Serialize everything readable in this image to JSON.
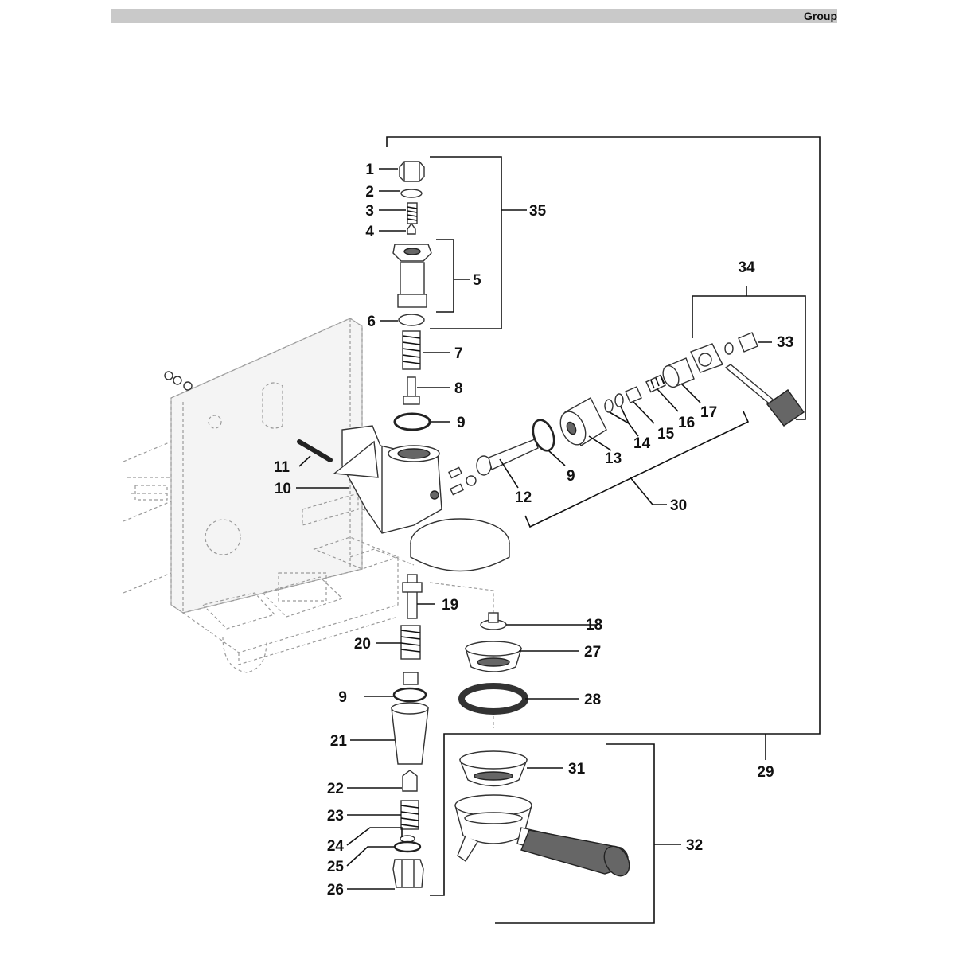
{
  "header": {
    "title": "Group"
  },
  "callouts": [
    {
      "id": "c1",
      "text": "1"
    },
    {
      "id": "c2",
      "text": "2"
    },
    {
      "id": "c3",
      "text": "3"
    },
    {
      "id": "c4",
      "text": "4"
    },
    {
      "id": "c5",
      "text": "5"
    },
    {
      "id": "c6",
      "text": "6"
    },
    {
      "id": "c7",
      "text": "7"
    },
    {
      "id": "c8",
      "text": "8"
    },
    {
      "id": "c9a",
      "text": "9"
    },
    {
      "id": "c9b",
      "text": "9"
    },
    {
      "id": "c9c",
      "text": "9"
    },
    {
      "id": "c10",
      "text": "10"
    },
    {
      "id": "c11",
      "text": "11"
    },
    {
      "id": "c12",
      "text": "12"
    },
    {
      "id": "c13",
      "text": "13"
    },
    {
      "id": "c14",
      "text": "14"
    },
    {
      "id": "c15",
      "text": "15"
    },
    {
      "id": "c16",
      "text": "16"
    },
    {
      "id": "c17",
      "text": "17"
    },
    {
      "id": "c18",
      "text": "18"
    },
    {
      "id": "c19",
      "text": "19"
    },
    {
      "id": "c20",
      "text": "20"
    },
    {
      "id": "c21",
      "text": "21"
    },
    {
      "id": "c22",
      "text": "22"
    },
    {
      "id": "c23",
      "text": "23"
    },
    {
      "id": "c24",
      "text": "24"
    },
    {
      "id": "c25",
      "text": "25"
    },
    {
      "id": "c26",
      "text": "26"
    },
    {
      "id": "c27",
      "text": "27"
    },
    {
      "id": "c28",
      "text": "28"
    },
    {
      "id": "c29",
      "text": "29"
    },
    {
      "id": "c30",
      "text": "30"
    },
    {
      "id": "c31",
      "text": "31"
    },
    {
      "id": "c32",
      "text": "32"
    },
    {
      "id": "c33",
      "text": "33"
    },
    {
      "id": "c34",
      "text": "34"
    },
    {
      "id": "c35",
      "text": "35"
    }
  ]
}
